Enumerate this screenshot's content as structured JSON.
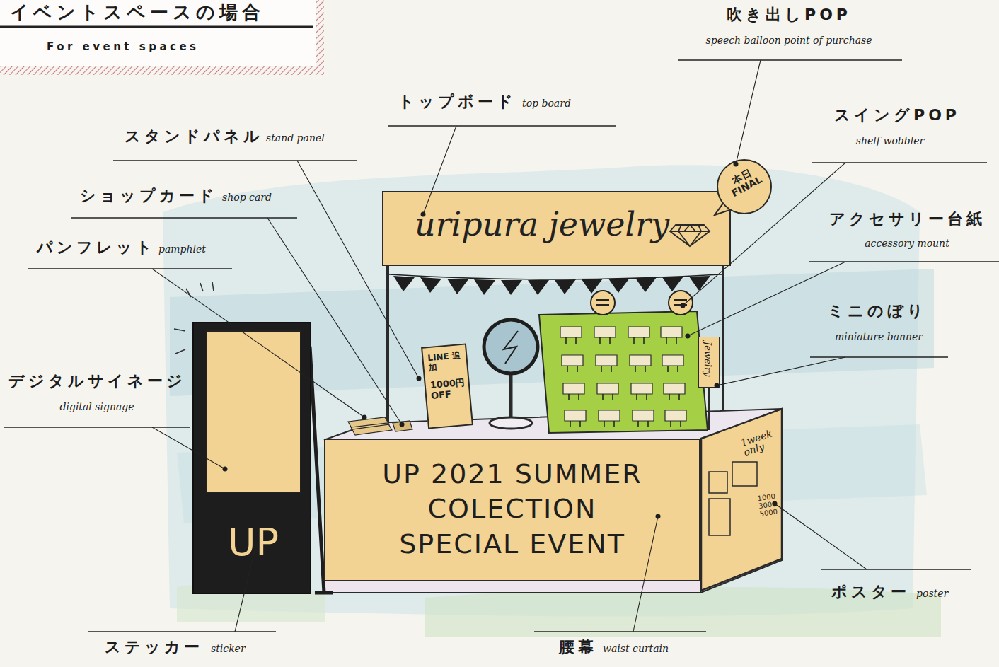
{
  "diagram": {
    "title": "イベントスペースの場合",
    "nodes": [
      {
        "text": [
          "uripura jewelry"
        ]
      },
      {
        "text": [
          "本日 FINAL"
        ]
      },
      {
        "text": [
          "LINE 追加",
          "1000円 OFF"
        ]
      },
      {
        "text": [
          "Jewelry"
        ]
      },
      {
        "text": [
          "UP 2021 SUMMER COLECTION SPECIAL EVENT"
        ]
      },
      {
        "text": [
          "1week only",
          "1000 3000 5000"
        ]
      },
      {
        "text": [
          "UP"
        ]
      }
    ],
    "labels": [
      "For event spaces",
      "吹き出しPOP",
      "speech balloon point of purchase",
      "トップボード",
      "top board",
      "スタンドパネル",
      "stand panel",
      "スイングPOP",
      "shelf wobbler",
      "ショップカード",
      "shop card",
      "アクセサリー台紙",
      "accessory mount",
      "パンフレット",
      "pamphlet",
      "ミニのぼり",
      "miniature banner",
      "デジタルサイネージ",
      "digital signage",
      "ポスター",
      "poster",
      "ステッカー",
      "sticker",
      "腰幕",
      "waist curtain"
    ]
  }
}
